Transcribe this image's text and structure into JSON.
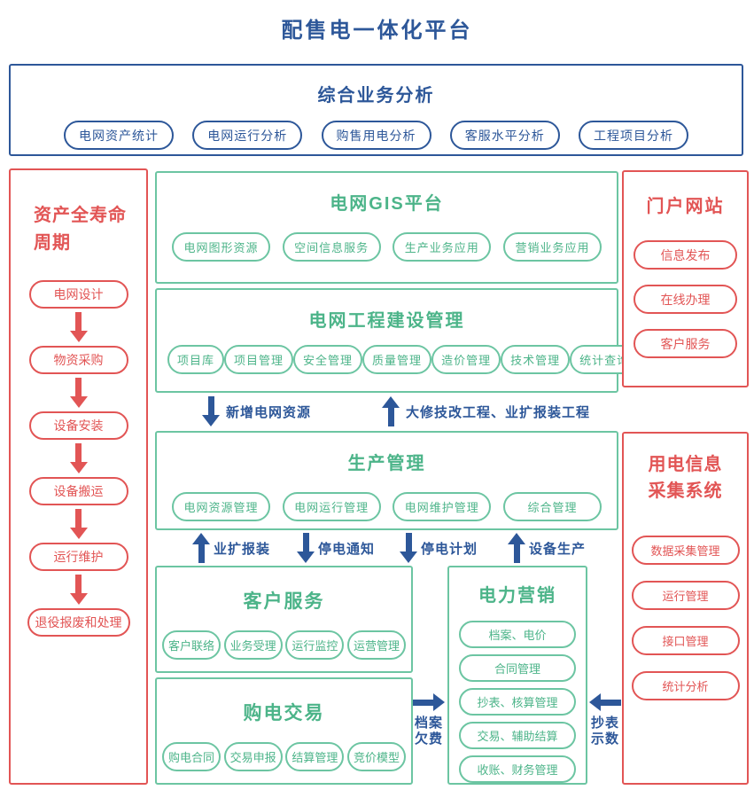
{
  "title": "配售电一体化平台",
  "colors": {
    "blue": "#2d5799",
    "green": "#4cb489",
    "green_border": "#6cc5a2",
    "red": "#e25555"
  },
  "analysis": {
    "title": "综合业务分析",
    "pills": [
      "电网资产统计",
      "电网运行分析",
      "购售用电分析",
      "客服水平分析",
      "工程项目分析"
    ]
  },
  "asset_lifecycle": {
    "title_lines": [
      "资产全寿命",
      "周期"
    ],
    "steps": [
      "电网设计",
      "物资采购",
      "设备安装",
      "设备搬运",
      "运行维护",
      "退役报废和处理"
    ]
  },
  "gis": {
    "title": "电网GIS平台",
    "pills": [
      "电网图形资源",
      "空间信息服务",
      "生产业务应用",
      "营销业务应用"
    ]
  },
  "construction": {
    "title": "电网工程建设管理",
    "pills": [
      "项目库",
      "项目管理",
      "安全管理",
      "质量管理",
      "造价管理",
      "技术管理",
      "统计查询"
    ]
  },
  "flow_construction_production": {
    "down_label": "新增电网资源",
    "up_label": "大修技改工程、业扩报装工程"
  },
  "production": {
    "title": "生产管理",
    "pills": [
      "电网资源管理",
      "电网运行管理",
      "电网维护管理",
      "综合管理"
    ]
  },
  "flow_production_lower": {
    "up1": "业扩报装",
    "down1": "停电通知",
    "down2": "停电计划",
    "up2": "设备生产"
  },
  "customer_service": {
    "title": "客户服务",
    "pills": [
      "客户联络",
      "业务受理",
      "运行监控",
      "运营管理"
    ]
  },
  "power_purchase": {
    "title": "购电交易",
    "pills": [
      "购电合同",
      "交易申报",
      "结算管理",
      "竞价模型"
    ]
  },
  "marketing": {
    "title": "电力营销",
    "pills": [
      "档案、电价",
      "合同管理",
      "抄表、核算管理",
      "交易、辅助结算",
      "收账、财务管理"
    ]
  },
  "portal": {
    "title": "门户网站",
    "pills": [
      "信息发布",
      "在线办理",
      "客户服务"
    ]
  },
  "collection": {
    "title_lines": [
      "用电信息",
      "采集系统"
    ],
    "pills": [
      "数据采集管理",
      "运行管理",
      "接口管理",
      "统计分析"
    ]
  },
  "flow_archive": {
    "label_lines": [
      "档案",
      "欠费"
    ]
  },
  "flow_meter": {
    "label_lines": [
      "抄表",
      "示数"
    ]
  }
}
